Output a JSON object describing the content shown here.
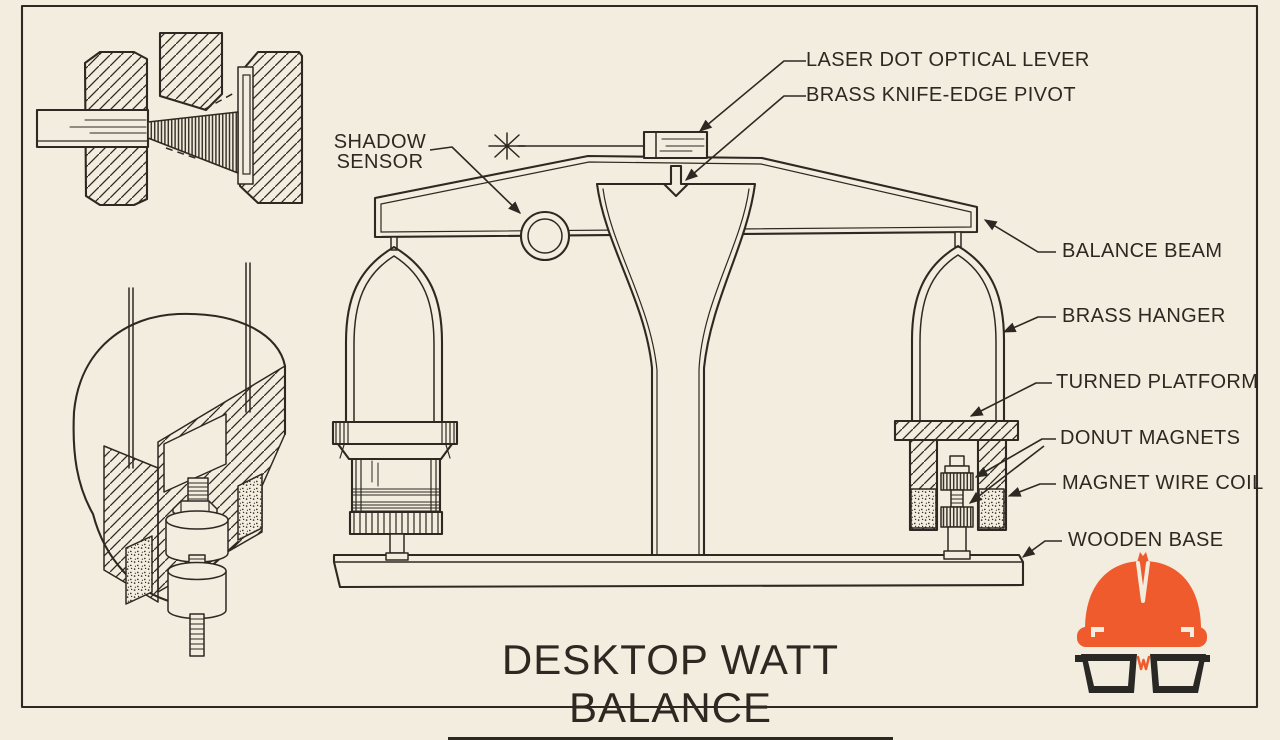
{
  "title": "DESKTOP WATT BALANCE",
  "labels": {
    "laser_dot_optical_lever": "LASER DOT OPTICAL LEVER",
    "brass_knife_edge_pivot": "BRASS KNIFE-EDGE PIVOT",
    "shadow_sensor_line1": "SHADOW",
    "shadow_sensor_line2": "SENSOR",
    "balance_beam": "BALANCE BEAM",
    "brass_hanger": "BRASS HANGER",
    "turned_platform": "TURNED PLATFORM",
    "donut_magnets": "DONUT MAGNETS",
    "magnet_wire_coil": "MAGNET WIRE COIL",
    "wooden_base": "WOODEN BASE"
  },
  "colors": {
    "bg": "#f2edde",
    "ink": "#2d2922",
    "accent-orange": "#ef5b2d",
    "glasses-black": "#2a2824"
  },
  "icons": {
    "hard_hat": "hard-hat-icon",
    "glasses": "glasses-icon",
    "laser_star": "laser-star-icon"
  }
}
